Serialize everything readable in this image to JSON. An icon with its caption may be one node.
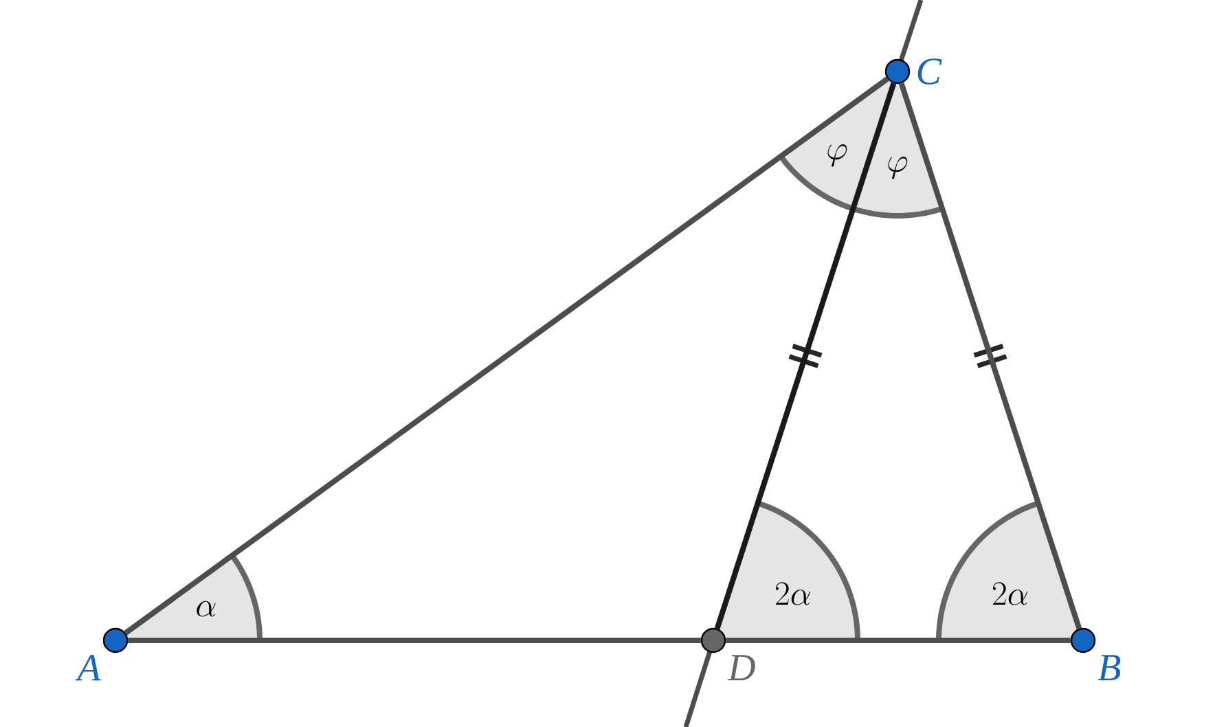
{
  "diagram": {
    "nodes": [
      {
        "text": [
          "A"
        ]
      },
      {
        "text": [
          "B"
        ]
      },
      {
        "text": [
          "C"
        ]
      },
      {
        "text": [
          "D"
        ]
      }
    ],
    "edges": [
      {
        "from": 0,
        "to": 3,
        "arrow": "none"
      },
      {
        "from": 3,
        "to": 1,
        "arrow": "none"
      },
      {
        "from": 0,
        "to": 2,
        "arrow": "none"
      },
      {
        "from": 2,
        "to": 1,
        "arrow": "none"
      },
      {
        "from": 2,
        "to": 3,
        "arrow": "none",
        "color": "#1a1a1a"
      }
    ],
    "labels": [
      "\\alpha",
      "2\\alpha",
      "2\\alpha",
      "\\varphi",
      "\\varphi"
    ]
  }
}
